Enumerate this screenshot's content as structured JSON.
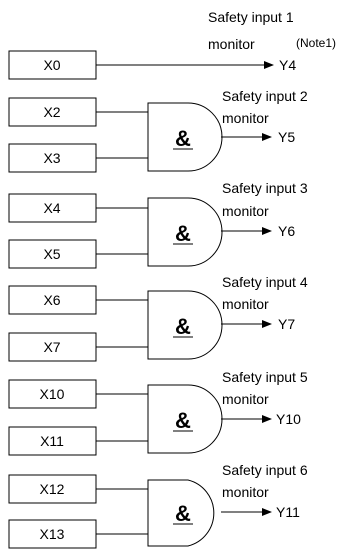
{
  "inputs": [
    "X0",
    "X2",
    "X3",
    "X4",
    "X5",
    "X6",
    "X7",
    "X10",
    "X11",
    "X12",
    "X13"
  ],
  "gate_symbol": "&",
  "outputs": [
    {
      "label_line1": "Safety input 1",
      "label_line2": "monitor",
      "note": "(Note1)",
      "output": "Y4"
    },
    {
      "label_line1": "Safety input 2",
      "label_line2": "monitor",
      "output": "Y5"
    },
    {
      "label_line1": "Safety input 3",
      "label_line2": "monitor",
      "output": "Y6"
    },
    {
      "label_line1": "Safety input 4",
      "label_line2": "monitor",
      "output": "Y7"
    },
    {
      "label_line1": "Safety input 5",
      "label_line2": "monitor",
      "output": "Y10"
    },
    {
      "label_line1": "Safety input 6",
      "label_line2": "monitor",
      "output": "Y11"
    }
  ]
}
